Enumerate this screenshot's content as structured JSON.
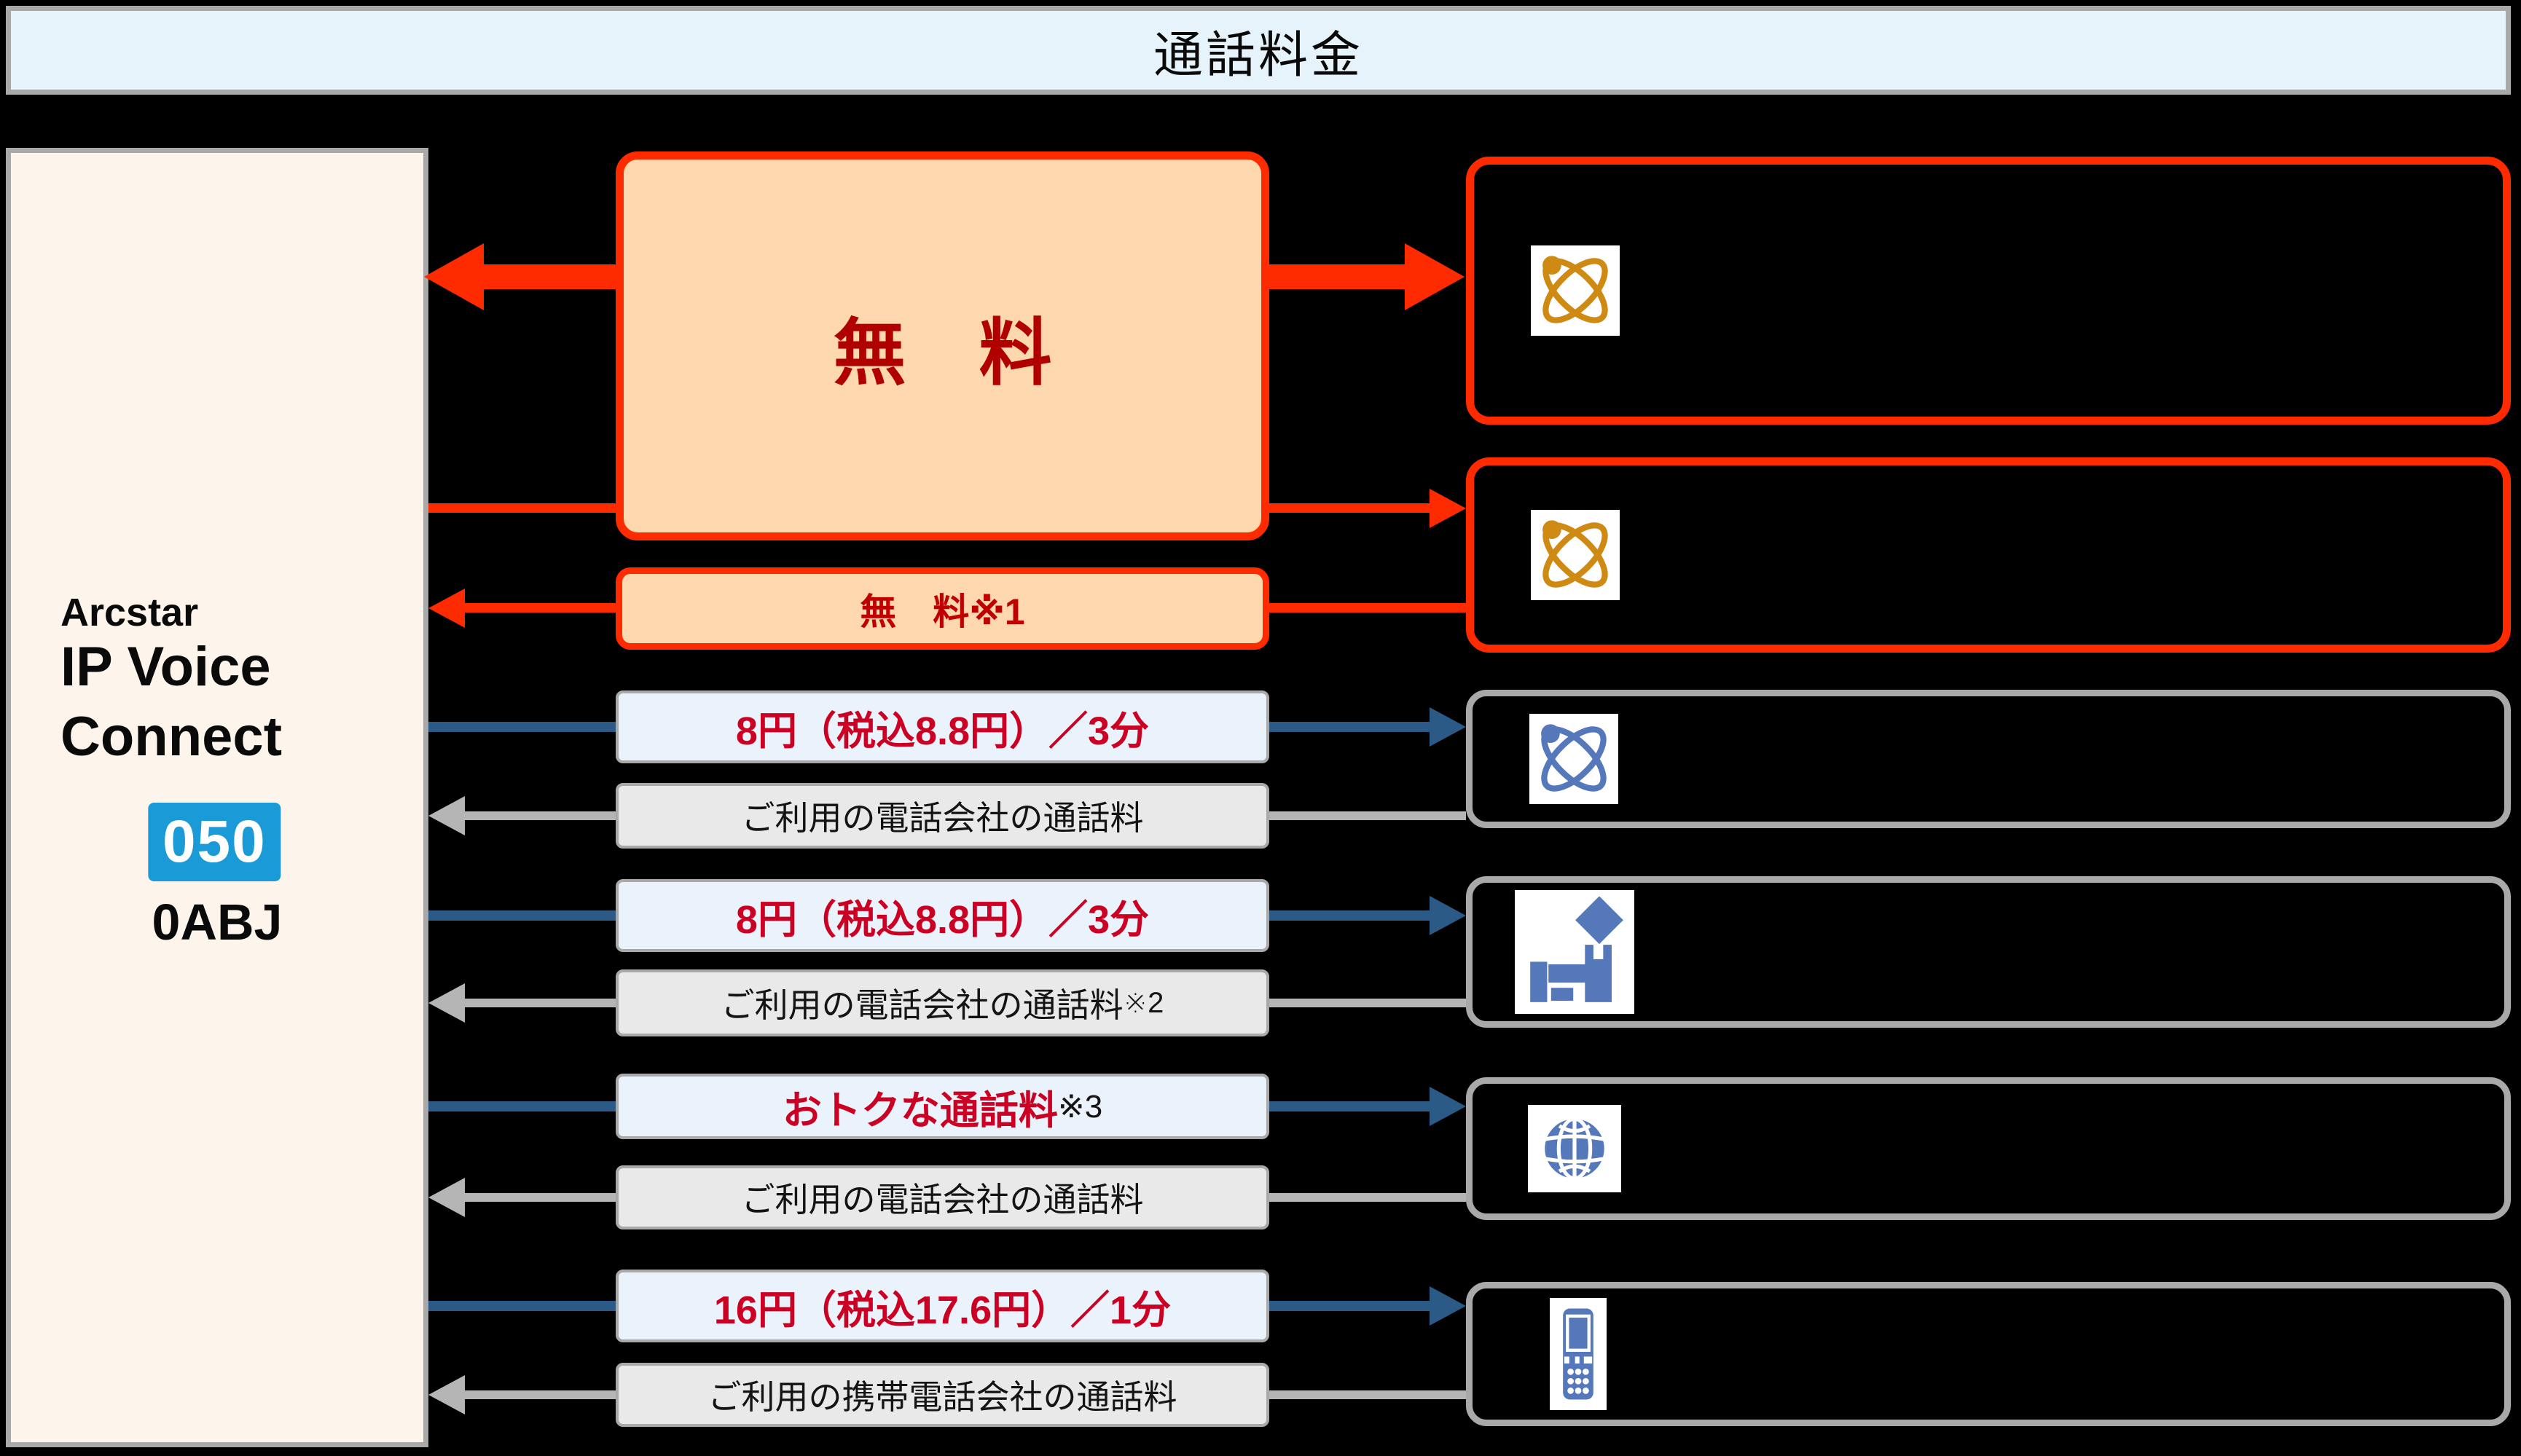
{
  "title": "通話料金",
  "left_panel": {
    "brand_line1": "Arcstar",
    "brand_line2": "IP Voice",
    "brand_line3": "Connect",
    "logo_badge": "050",
    "number_type": "0ABJ"
  },
  "free_box": {
    "label": "無　料"
  },
  "middle_rows": [
    {
      "label": "無　料※1",
      "suffix": "",
      "type": "free-small"
    },
    {
      "label": "8円（税込8.8円）／3分",
      "suffix": "",
      "type": "price"
    },
    {
      "label": "ご利用の電話会社の通話料",
      "suffix": "",
      "type": "carrier"
    },
    {
      "label": "8円（税込8.8円）／3分",
      "suffix": "",
      "type": "price"
    },
    {
      "label": "ご利用の電話会社の通話料",
      "suffix": "※2",
      "type": "carrier"
    },
    {
      "label": "おトクな通話料",
      "suffix": "※3",
      "type": "price"
    },
    {
      "label": "ご利用の電話会社の通話料",
      "suffix": "",
      "type": "carrier"
    },
    {
      "label": "16円（税込17.6円）／1分",
      "suffix": "",
      "type": "price"
    },
    {
      "label": "ご利用の携帯電話会社の通話料",
      "suffix": "",
      "type": "carrier"
    }
  ],
  "destinations": [
    {
      "icon": "atom-orbit-icon",
      "icon_color": "#ce8a12",
      "border_color": "#ff2b00"
    },
    {
      "icon": "atom-orbit-icon",
      "icon_color": "#ce8a12",
      "border_color": "#ff2b00"
    },
    {
      "icon": "atom-orbit-icon",
      "icon_color": "#5578bb",
      "border_color": "#a9a9a9"
    },
    {
      "icon": "desk-phone-icon",
      "icon_color": "#5578bb",
      "border_color": "#a9a9a9"
    },
    {
      "icon": "globe-icon",
      "icon_color": "#5578bb",
      "border_color": "#a9a9a9"
    },
    {
      "icon": "mobile-phone-icon",
      "icon_color": "#5578bb",
      "border_color": "#a9a9a9"
    }
  ],
  "colors": {
    "free_arrow": "#ff2b00",
    "outgoing_arrow": "#2a5a85",
    "incoming_arrow": "#b5b5b5",
    "free_box_fill": "#fdd7ad",
    "free_text": "#b00000",
    "price_text": "#cc0022",
    "price_box_fill": "#eaf3fb",
    "carrier_box_fill": "#e9e9e9",
    "title_bar_fill": "#e7f3fb",
    "panel_fill": "#fdf4ec",
    "badge_fill": "#1a9bd7"
  }
}
